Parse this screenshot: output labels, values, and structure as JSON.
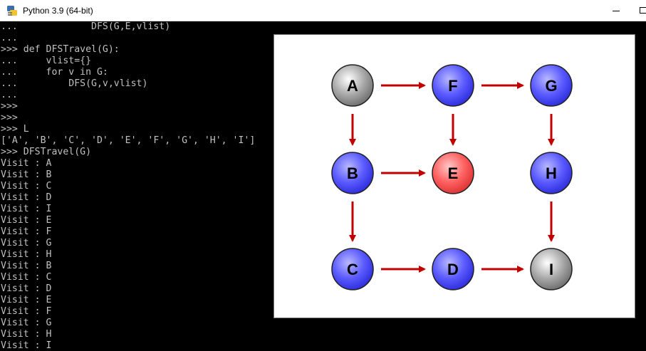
{
  "window": {
    "title": "Python 3.9 (64-bit)",
    "icon": "python-icon"
  },
  "console": {
    "lines": [
      "...             DFS(G,E,vlist)",
      "...",
      ">>> def DFSTravel(G):",
      "...     vlist={}",
      "...     for v in G:",
      "...         DFS(G,v,vlist)",
      "...",
      ">>>",
      ">>>",
      ">>> L",
      "['A', 'B', 'C', 'D', 'E', 'F', 'G', 'H', 'I']",
      ">>> DFSTravel(G)",
      "Visit : A",
      "Visit : B",
      "Visit : C",
      "Visit : D",
      "Visit : I",
      "Visit : E",
      "Visit : F",
      "Visit : G",
      "Visit : H",
      "Visit : B",
      "Visit : C",
      "Visit : D",
      "Visit : E",
      "Visit : F",
      "Visit : G",
      "Visit : H",
      "Visit : I"
    ]
  },
  "graph": {
    "nodes": [
      {
        "id": "A",
        "label": "A",
        "color": "gray"
      },
      {
        "id": "F",
        "label": "F",
        "color": "blue"
      },
      {
        "id": "G",
        "label": "G",
        "color": "blue"
      },
      {
        "id": "B",
        "label": "B",
        "color": "blue"
      },
      {
        "id": "E",
        "label": "E",
        "color": "red"
      },
      {
        "id": "H",
        "label": "H",
        "color": "blue"
      },
      {
        "id": "C",
        "label": "C",
        "color": "blue"
      },
      {
        "id": "D",
        "label": "D",
        "color": "blue"
      },
      {
        "id": "I",
        "label": "I",
        "color": "gray"
      }
    ],
    "edges": [
      [
        "A",
        "F"
      ],
      [
        "F",
        "G"
      ],
      [
        "A",
        "B"
      ],
      [
        "F",
        "E"
      ],
      [
        "G",
        "H"
      ],
      [
        "B",
        "E"
      ],
      [
        "B",
        "C"
      ],
      [
        "H",
        "I"
      ],
      [
        "C",
        "D"
      ],
      [
        "D",
        "I"
      ]
    ],
    "colors": {
      "arrow": "#c00000",
      "blue": "#5050ff",
      "red": "#ff5a5a",
      "gray": "#9a9a9a"
    }
  }
}
